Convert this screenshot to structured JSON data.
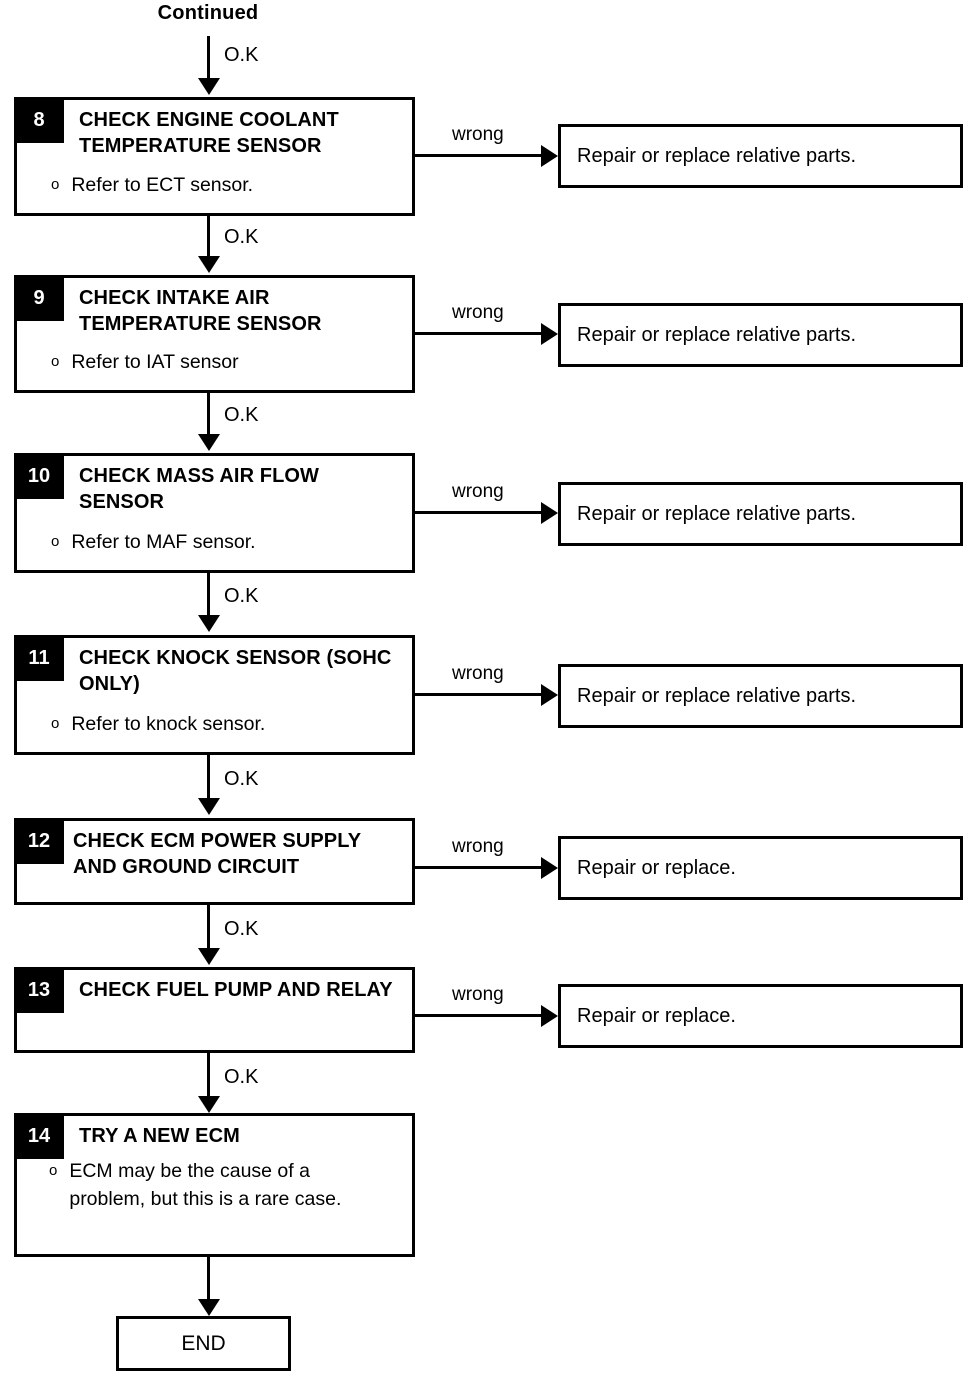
{
  "diagram": {
    "title": "Engine diagnostic troubleshooting flowchart (continued)",
    "header_label": "Continued",
    "ok_label": "O.K",
    "wrong_label": "wrong",
    "bullet_marker": "o",
    "end_label": "END",
    "colors": {
      "ink": "#000000",
      "paper": "#ffffff",
      "number_badge_bg": "#000000",
      "number_badge_text": "#ffffff"
    }
  },
  "steps": [
    {
      "number": "8",
      "title": "CHECK ENGINE COOLANT TEMPERATURE SENSOR",
      "bullet": "Refer to ECT sensor.",
      "wrong_label": "wrong",
      "ok_label": "O.K",
      "result": "Repair or replace relative parts."
    },
    {
      "number": "9",
      "title": "CHECK INTAKE AIR TEMPERATURE SENSOR",
      "bullet": "Refer to IAT sensor",
      "wrong_label": "wrong",
      "ok_label": "O.K",
      "result": "Repair or replace relative parts."
    },
    {
      "number": "10",
      "title": "CHECK MASS AIR FLOW SENSOR",
      "bullet": "Refer to MAF sensor.",
      "wrong_label": "wrong",
      "ok_label": "O.K",
      "result": "Repair or replace relative parts."
    },
    {
      "number": "11",
      "title": "CHECK KNOCK SENSOR (SOHC ONLY)",
      "bullet": "Refer to knock sensor.",
      "wrong_label": "wrong",
      "ok_label": "O.K",
      "result": "Repair or replace relative parts."
    },
    {
      "number": "12",
      "title": "CHECK ECM POWER SUPPLY AND GROUND CIRCUIT",
      "bullet": "",
      "wrong_label": "wrong",
      "ok_label": "O.K",
      "result": "Repair or replace."
    },
    {
      "number": "13",
      "title": "CHECK FUEL PUMP AND RELAY",
      "bullet": "",
      "wrong_label": "wrong",
      "ok_label": "O.K",
      "result": "Repair or replace."
    },
    {
      "number": "14",
      "title": "TRY A NEW ECM",
      "bullet": "ECM may be the cause of a problem, but this is a rare case.",
      "wrong_label": "",
      "ok_label": "",
      "result": ""
    }
  ]
}
